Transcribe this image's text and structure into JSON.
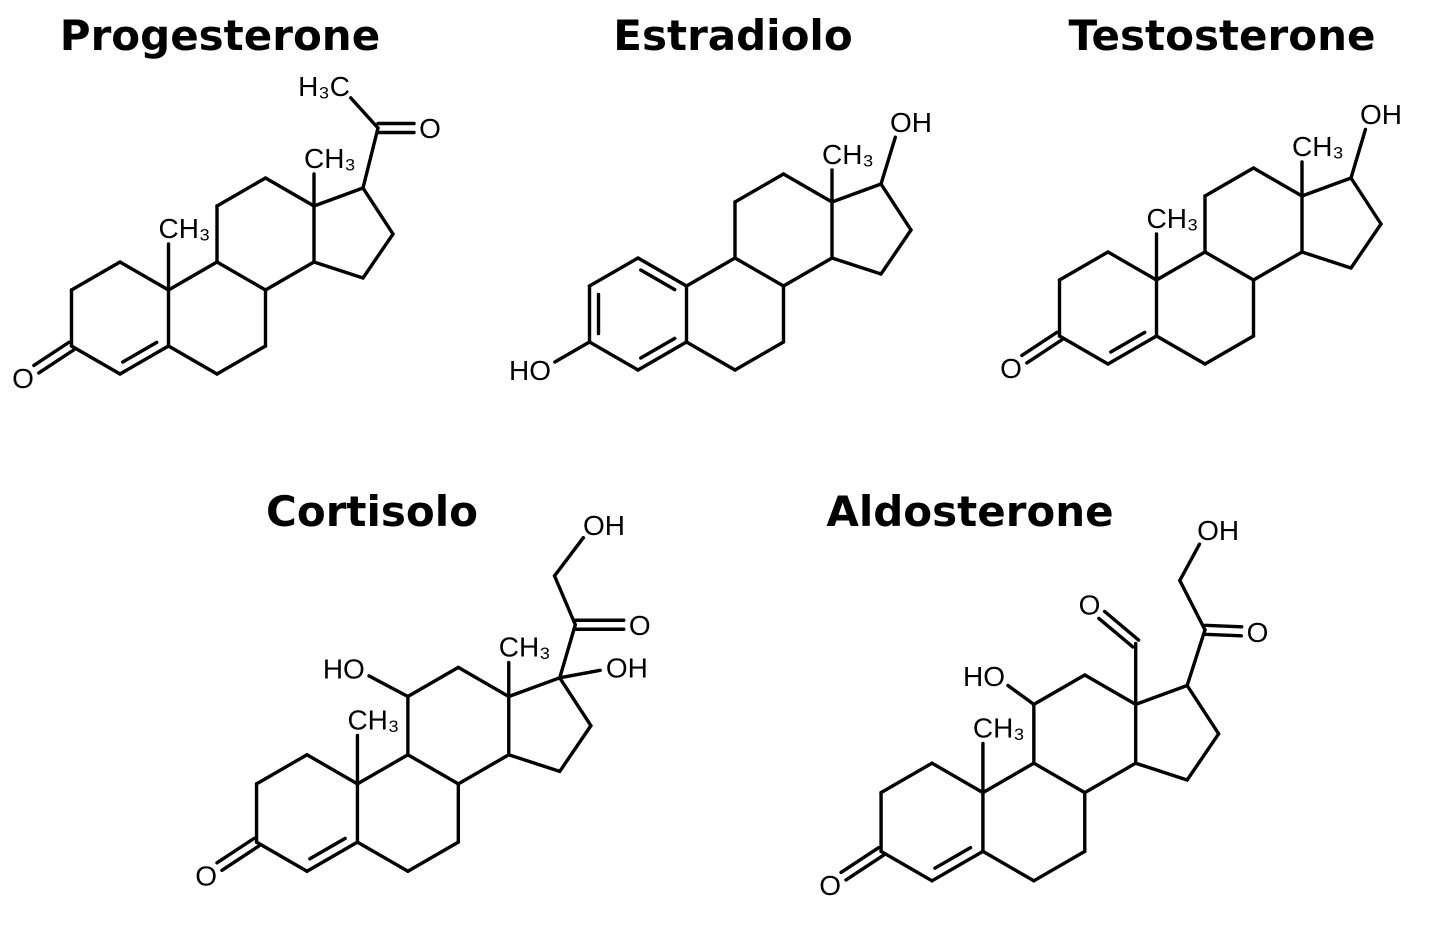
{
  "molecules": [
    {
      "name": "Progesterone",
      "labels": {
        "o3": "O",
        "c19": "CH₃",
        "c18": "CH₃",
        "o20": "O",
        "c21": "H₃C"
      }
    },
    {
      "name": "Estradiolo",
      "labels": {
        "o3": "HO",
        "c18": "CH₃",
        "o17": "OH"
      }
    },
    {
      "name": "Testosterone",
      "labels": {
        "o3": "O",
        "c19": "CH₃",
        "c18": "CH₃",
        "o17": "OH"
      }
    },
    {
      "name": "Cortisolo",
      "labels": {
        "o3": "O",
        "c19": "CH₃",
        "c18": "CH₃",
        "o11": "HO",
        "o17": "OH",
        "o20": "O",
        "o21": "OH"
      }
    },
    {
      "name": "Aldosterone",
      "labels": {
        "o3": "O",
        "c19": "CH₃",
        "o11": "HO",
        "o18": "O",
        "o20": "O",
        "o21": "OH"
      }
    }
  ],
  "colors": {
    "ink": "#000000",
    "background": "#ffffff"
  }
}
